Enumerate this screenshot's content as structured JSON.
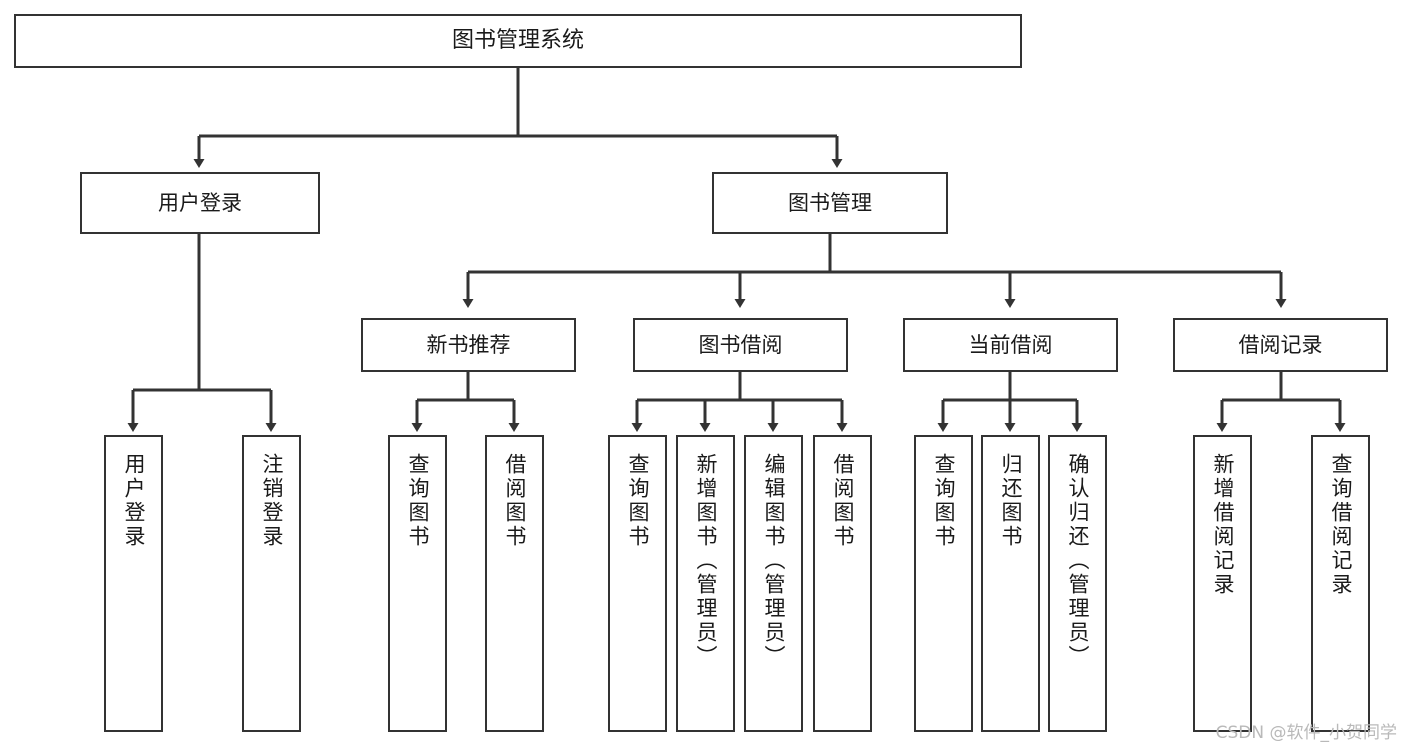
{
  "diagram": {
    "type": "tree-hierarchy",
    "title": "图书管理系统",
    "watermark": "CSDN @软件_小贺同学",
    "colors": {
      "border": "#333333",
      "fill": "#ffffff",
      "text": "#1a1a1a",
      "watermark": "#b9b9b9"
    },
    "nodes": {
      "root": {
        "label": "图书管理系统"
      },
      "level1": [
        {
          "id": "user-login",
          "label": "用户登录"
        },
        {
          "id": "book-manage",
          "label": "图书管理"
        }
      ],
      "level2": [
        {
          "id": "new-book-recommend",
          "label": "新书推荐"
        },
        {
          "id": "book-borrow",
          "label": "图书借阅"
        },
        {
          "id": "current-borrow",
          "label": "当前借阅"
        },
        {
          "id": "borrow-record",
          "label": "借阅记录"
        }
      ],
      "leaves": [
        {
          "id": "leaf-user-login",
          "label": "用户登录",
          "parent": "user-login"
        },
        {
          "id": "leaf-logout-login",
          "label": "注销登录",
          "parent": "user-login"
        },
        {
          "id": "leaf-query-book-1",
          "label": "查询图书",
          "parent": "new-book-recommend"
        },
        {
          "id": "leaf-borrow-book-1",
          "label": "借阅图书",
          "parent": "new-book-recommend"
        },
        {
          "id": "leaf-query-book-2",
          "label": "查询图书",
          "parent": "book-borrow"
        },
        {
          "id": "leaf-add-book",
          "label": "新增图书（管理员）",
          "parent": "book-borrow"
        },
        {
          "id": "leaf-edit-book",
          "label": "编辑图书（管理员）",
          "parent": "book-borrow"
        },
        {
          "id": "leaf-borrow-book-2",
          "label": "借阅图书",
          "parent": "book-borrow"
        },
        {
          "id": "leaf-query-book-3",
          "label": "查询图书",
          "parent": "current-borrow"
        },
        {
          "id": "leaf-return-book",
          "label": "归还图书",
          "parent": "current-borrow"
        },
        {
          "id": "leaf-confirm-return",
          "label": "确认归还（管理员）",
          "parent": "current-borrow"
        },
        {
          "id": "leaf-add-record",
          "label": "新增借阅记录",
          "parent": "borrow-record"
        },
        {
          "id": "leaf-query-record",
          "label": "查询借阅记录",
          "parent": "borrow-record"
        }
      ]
    }
  }
}
